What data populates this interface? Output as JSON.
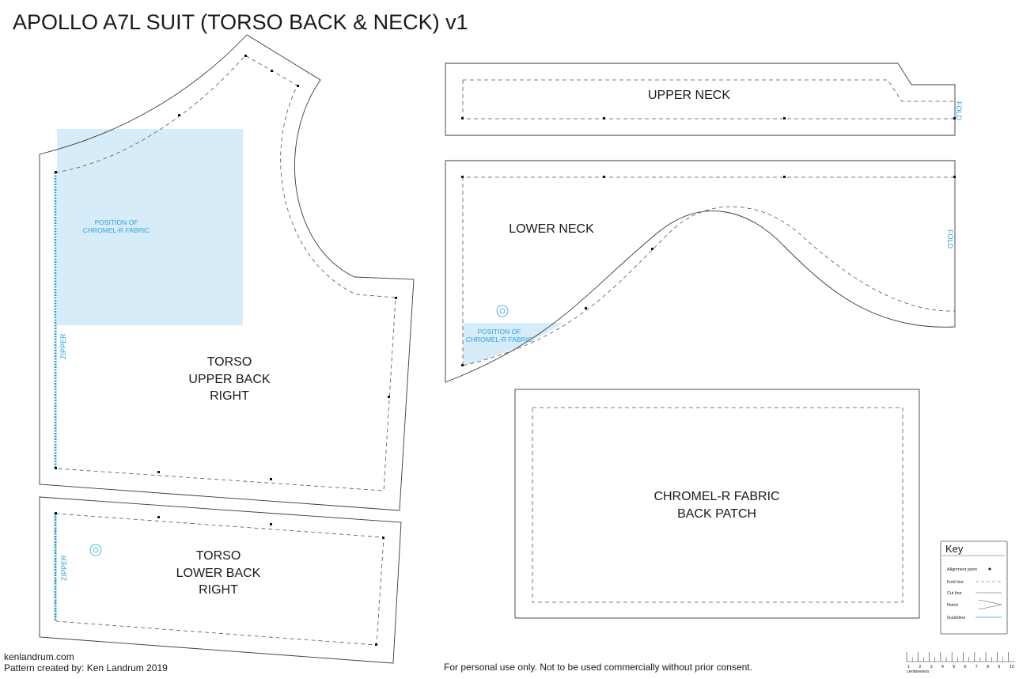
{
  "title": "APOLLO A7L SUIT (TORSO BACK & NECK) v1",
  "pieces": {
    "torso_upper_back": [
      "TORSO",
      "UPPER BACK",
      "RIGHT"
    ],
    "torso_lower_back": [
      "TORSO",
      "LOWER BACK",
      "RIGHT"
    ],
    "upper_neck": "UPPER NECK",
    "lower_neck": "LOWER NECK",
    "back_patch": [
      "CHROMEL-R FABRIC",
      "BACK PATCH"
    ]
  },
  "annotations": {
    "position_line1": "POSITION OF",
    "position_line2": "CHROMEL-R FABRIC",
    "zipper": "ZIPPER",
    "fold": "FOLD"
  },
  "key": {
    "title": "Key",
    "items": [
      "Alignment point",
      "Fold line",
      "Cut line",
      "Notch",
      "Guideline"
    ]
  },
  "ruler": {
    "numbers": [
      "1",
      "2",
      "3",
      "4",
      "5",
      "6",
      "7",
      "8",
      "9",
      "10"
    ],
    "unit": "centimeters"
  },
  "footer": {
    "site": "kenlandrum.com",
    "credit": "Pattern created by: Ken Landrum 2019",
    "notice": "For personal use only. Not to be used commercially without prior consent."
  },
  "colors": {
    "guideline_blue": "#2ea3dc",
    "patch_fill": "#d6ecf9",
    "line": "#3a3a3a"
  }
}
